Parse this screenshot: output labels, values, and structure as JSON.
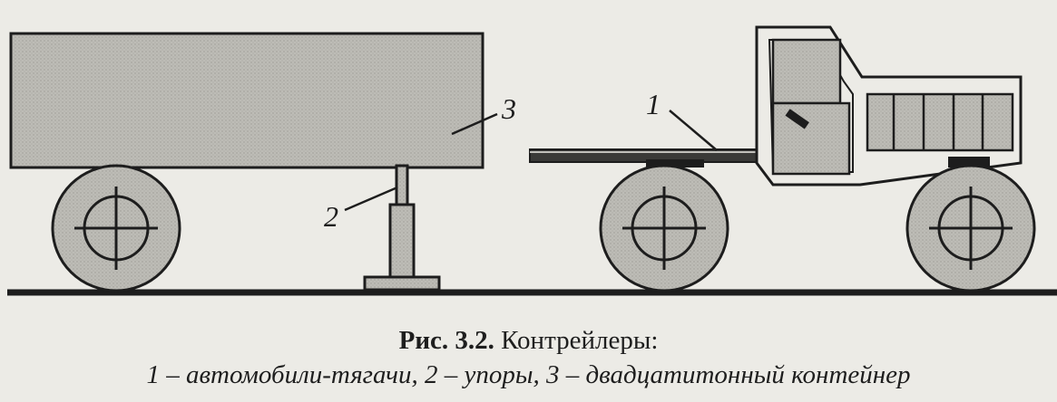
{
  "figure": {
    "callouts": {
      "one": "1",
      "two": "2",
      "three": "3"
    },
    "colors": {
      "ink": "#1d1d1d",
      "shade": "#bdbcb6",
      "paper": "#ecebe6"
    }
  },
  "caption": {
    "number": "Рис. 3.2.",
    "title": "Контрейлеры:",
    "legend": "1 – автомобили-тягачи, 2 – упоры, 3 – двадцатитонный контейнер"
  }
}
